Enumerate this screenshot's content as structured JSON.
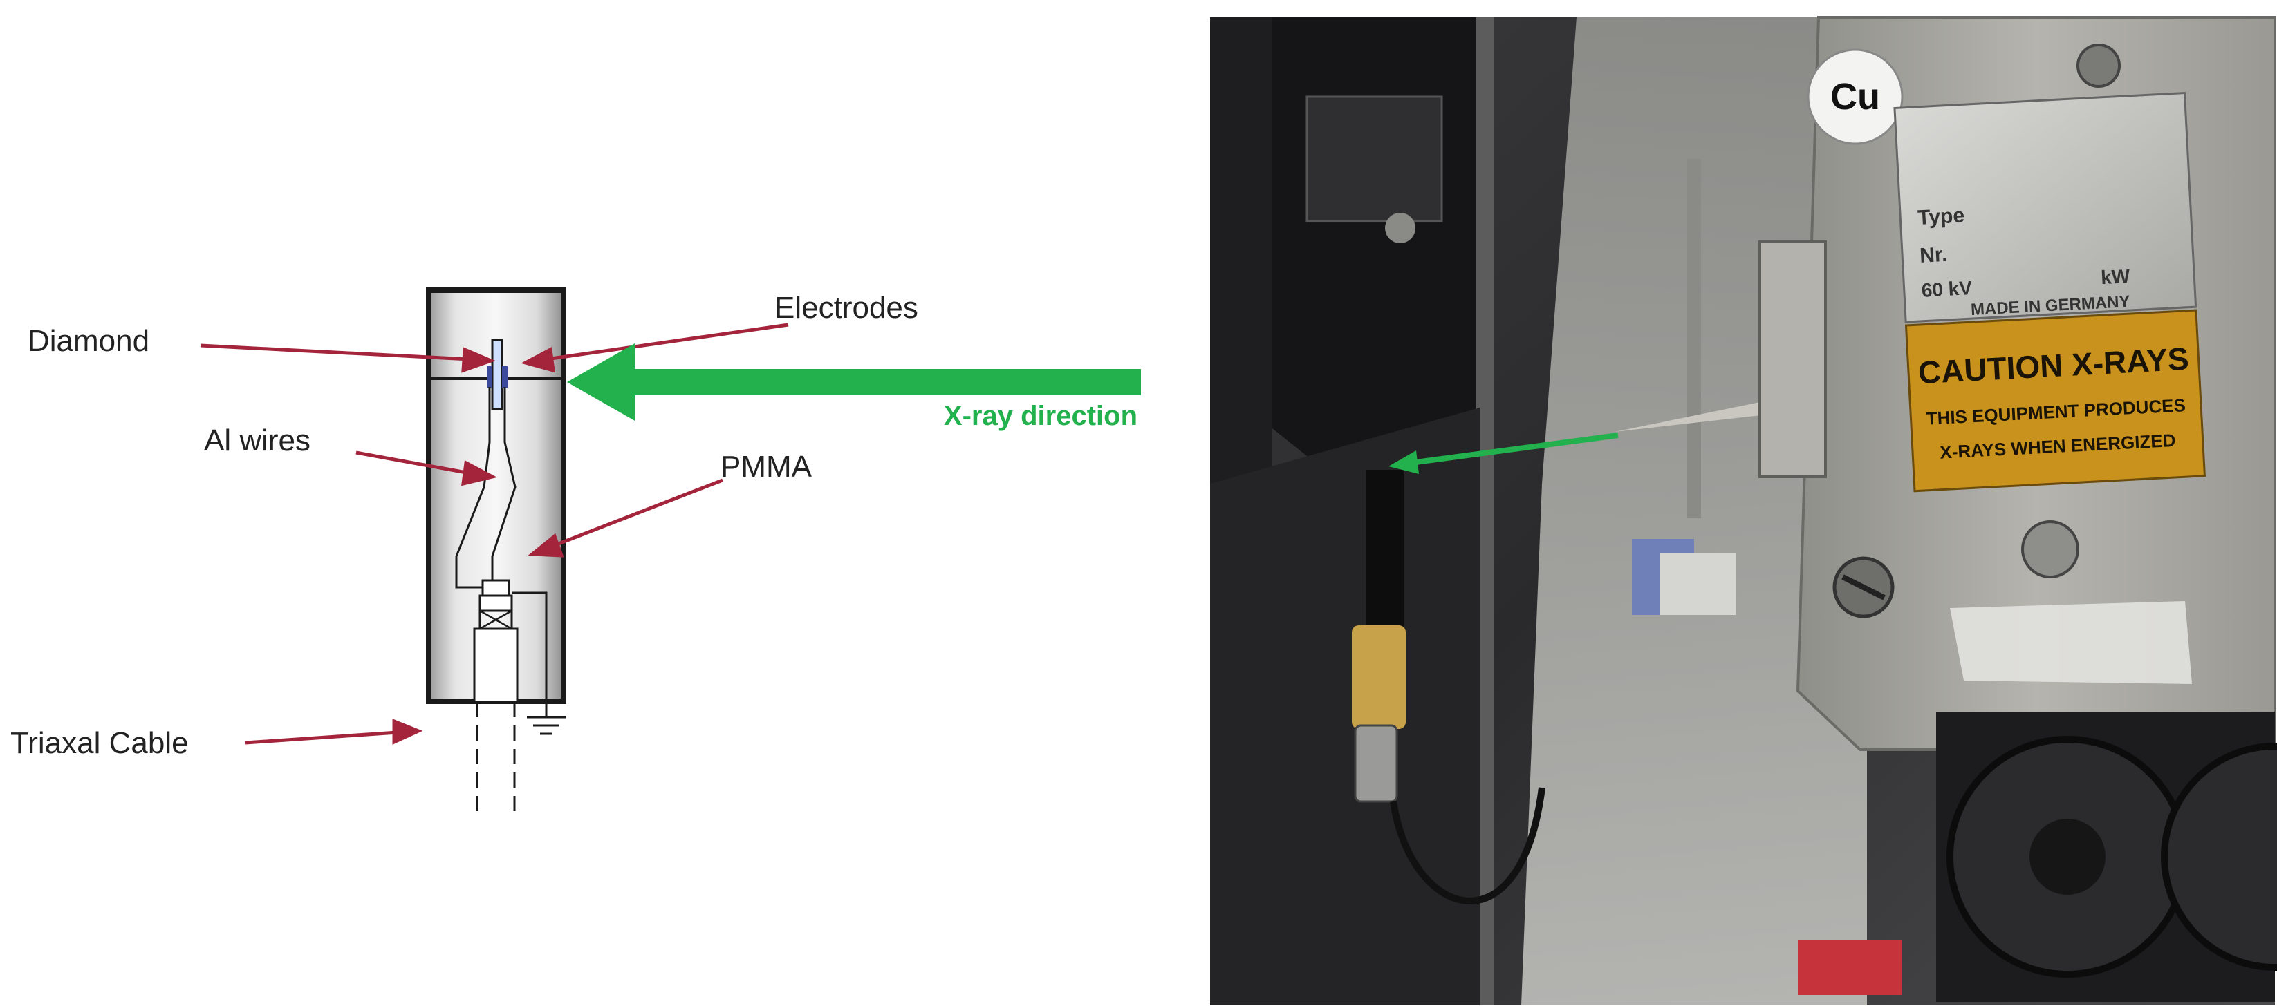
{
  "diagram": {
    "labels": {
      "diamond": "Diamond",
      "electrodes": "Electrodes",
      "al_wires": "Al wires",
      "pmma": "PMMA",
      "triaxal_cable": "Triaxal Cable",
      "xray_direction": "X-ray direction"
    },
    "colors": {
      "pointer_arrow": "#A3243B",
      "xray_arrow": "#22B14C",
      "outline": "#1a1a1a",
      "electrode": "#3b4a9a"
    }
  },
  "photo": {
    "plate": {
      "element": "Cu",
      "type_line": "Type",
      "nr_line": "Nr.",
      "kv_line": "60 kV",
      "kw_line": "kW",
      "made_in": "MADE IN GERMANY",
      "caution_title": "CAUTION X-RAYS",
      "caution_line1": "THIS EQUIPMENT PRODUCES",
      "caution_line2": "X-RAYS WHEN ENERGIZED"
    },
    "colors": {
      "caution_bg": "#c9921c",
      "marker_arrow": "#22B14C"
    }
  }
}
